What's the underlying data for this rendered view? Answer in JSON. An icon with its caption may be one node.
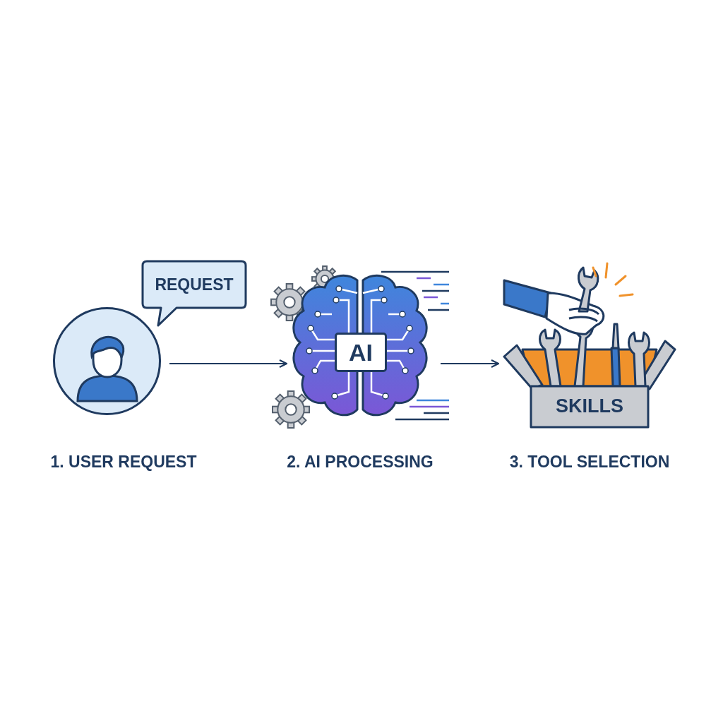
{
  "diagram": {
    "nodes": [
      {
        "text": [],
        "shape": "person",
        "beside": [
          "1. USER REQUEST"
        ]
      },
      {
        "text": [
          "REQUEST"
        ]
      },
      {
        "text": [],
        "shape": "picture",
        "beside": [
          "2. AI PROCESSING"
        ]
      },
      {
        "text": [
          "AI"
        ],
        "in": 2
      },
      {
        "text": [],
        "shape": "picture",
        "beside": [
          "3. TOOL SELECTION"
        ]
      },
      {
        "text": [
          "SKILLS"
        ],
        "in": 4
      }
    ],
    "edges": [
      {
        "from": 0,
        "to": 2,
        "arrow": "to"
      },
      {
        "from": 2,
        "to": 4,
        "arrow": "to"
      }
    ]
  }
}
